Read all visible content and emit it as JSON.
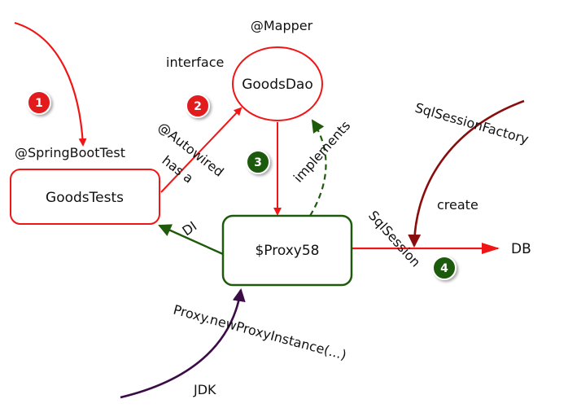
{
  "colors": {
    "red": "#f01616",
    "dark_red": "#8a0c0c",
    "dark_green": "#1f5a0c",
    "purple": "#3b0c47",
    "badge_red": "#e21a1a",
    "badge_green": "#1f5a0c"
  },
  "nodes": {
    "goods_dao": "GoodsDao",
    "goods_tests": "GoodsTests",
    "proxy": "$Proxy58",
    "db": "DB",
    "sql_session_factory": "SqlSessionFactory"
  },
  "annotations": {
    "mapper": "@Mapper",
    "interface": "interface",
    "spring_boot_test": "@SpringBootTest",
    "autowired": "@Autowired",
    "has_a": "has a",
    "implements": "implements",
    "di": "DI",
    "sql_session": "SqlSession",
    "create": "create",
    "proxy_new_instance": "Proxy.newProxyInstance(...)",
    "jdk": "JDK"
  },
  "badges": [
    "1",
    "2",
    "3",
    "4"
  ]
}
